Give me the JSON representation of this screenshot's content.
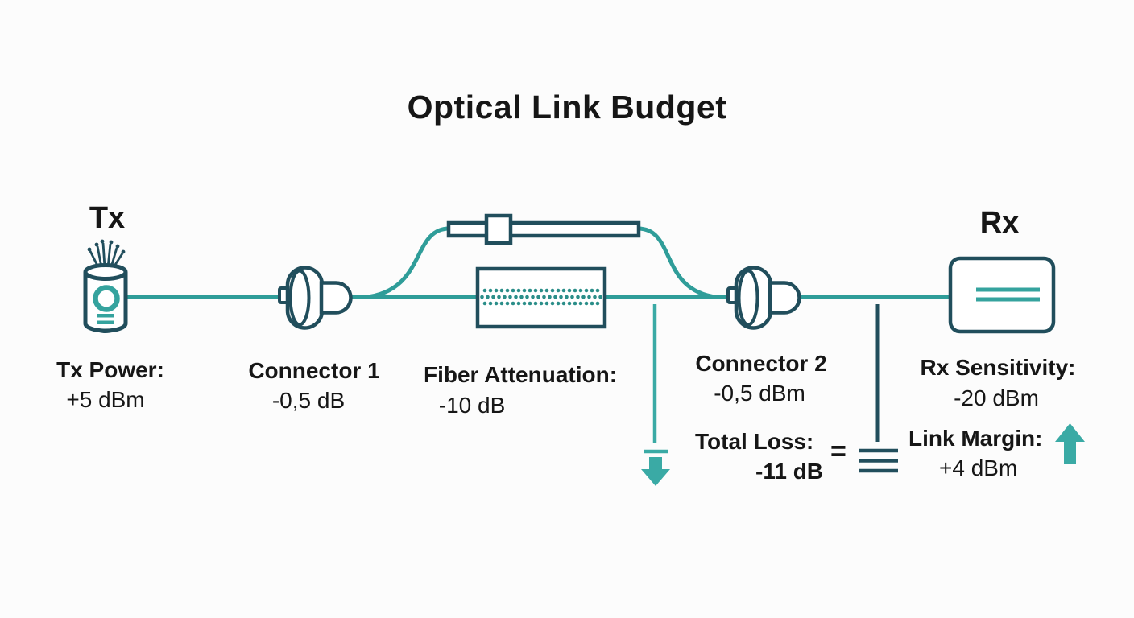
{
  "title": "Optical Link Budget",
  "nodes": {
    "tx": {
      "label": "Tx",
      "caption": "Tx Power:",
      "value": "+5 dBm"
    },
    "connector1": {
      "caption": "Connector 1",
      "value": "-0,5 dB"
    },
    "fiber": {
      "caption": "Fiber Attenuation:",
      "value": "-10 dB"
    },
    "connector2": {
      "caption": "Connector 2",
      "value": "-0,5 dBm"
    },
    "rx": {
      "label": "Rx",
      "caption": "Rx Sensitivity:",
      "value": "-20 dBm"
    }
  },
  "summary": {
    "total_loss_caption": "Total Loss:",
    "total_loss_value": "-11 dB",
    "equals_sign": "=",
    "link_margin_caption": "Link Margin:",
    "link_margin_value": "+4 dBm"
  },
  "colors": {
    "teal_line": "#2f9d99",
    "teal_bright": "#3aaaa5",
    "dark_outline": "#214e5c",
    "text": "#161616",
    "background": "#fcfcfc"
  },
  "icons": [
    "tx-transmitter-icon",
    "connector-icon",
    "fiber-spool-icon",
    "patch-cord-icon",
    "rx-receiver-icon",
    "total-loss-down-arrow-icon",
    "link-margin-up-arrow-icon",
    "equivalence-bars-icon"
  ]
}
